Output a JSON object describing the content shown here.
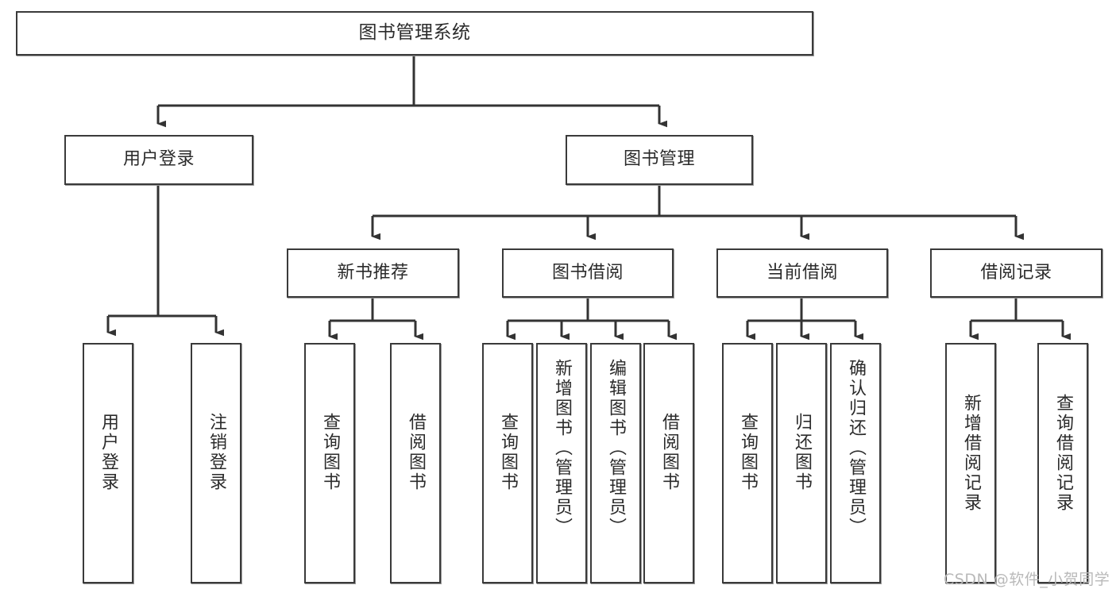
{
  "diagram": {
    "title": "图书管理系统",
    "type": "tree-hierarchy",
    "watermark": "CSDN @软件_小贺同学",
    "colors": {
      "box_border": "#3a3a3a",
      "box_fill": "#ffffff",
      "connector": "#333333",
      "text": "#2b2b2b",
      "watermark": "#b9b9b9"
    },
    "levels": {
      "root": {
        "label": "图书管理系统"
      },
      "level2": [
        {
          "label": "用户登录"
        },
        {
          "label": "图书管理"
        }
      ],
      "level3": [
        {
          "label": "新书推荐"
        },
        {
          "label": "图书借阅"
        },
        {
          "label": "当前借阅"
        },
        {
          "label": "借阅记录"
        }
      ],
      "leaves": {
        "user_login": [
          {
            "label": "用户登录"
          },
          {
            "label": "注销登录"
          }
        ],
        "new_book_recommend": [
          {
            "label": "查询图书"
          },
          {
            "label": "借阅图书"
          }
        ],
        "book_borrow": [
          {
            "label": "查询图书"
          },
          {
            "label": "新增图书（管理员）"
          },
          {
            "label": "编辑图书（管理员）"
          },
          {
            "label": "借阅图书"
          }
        ],
        "current_borrow": [
          {
            "label": "查询图书"
          },
          {
            "label": "归还图书"
          },
          {
            "label": "确认归还（管理员）"
          }
        ],
        "borrow_records": [
          {
            "label": "新增借阅记录"
          },
          {
            "label": "查询借阅记录"
          }
        ]
      }
    }
  }
}
